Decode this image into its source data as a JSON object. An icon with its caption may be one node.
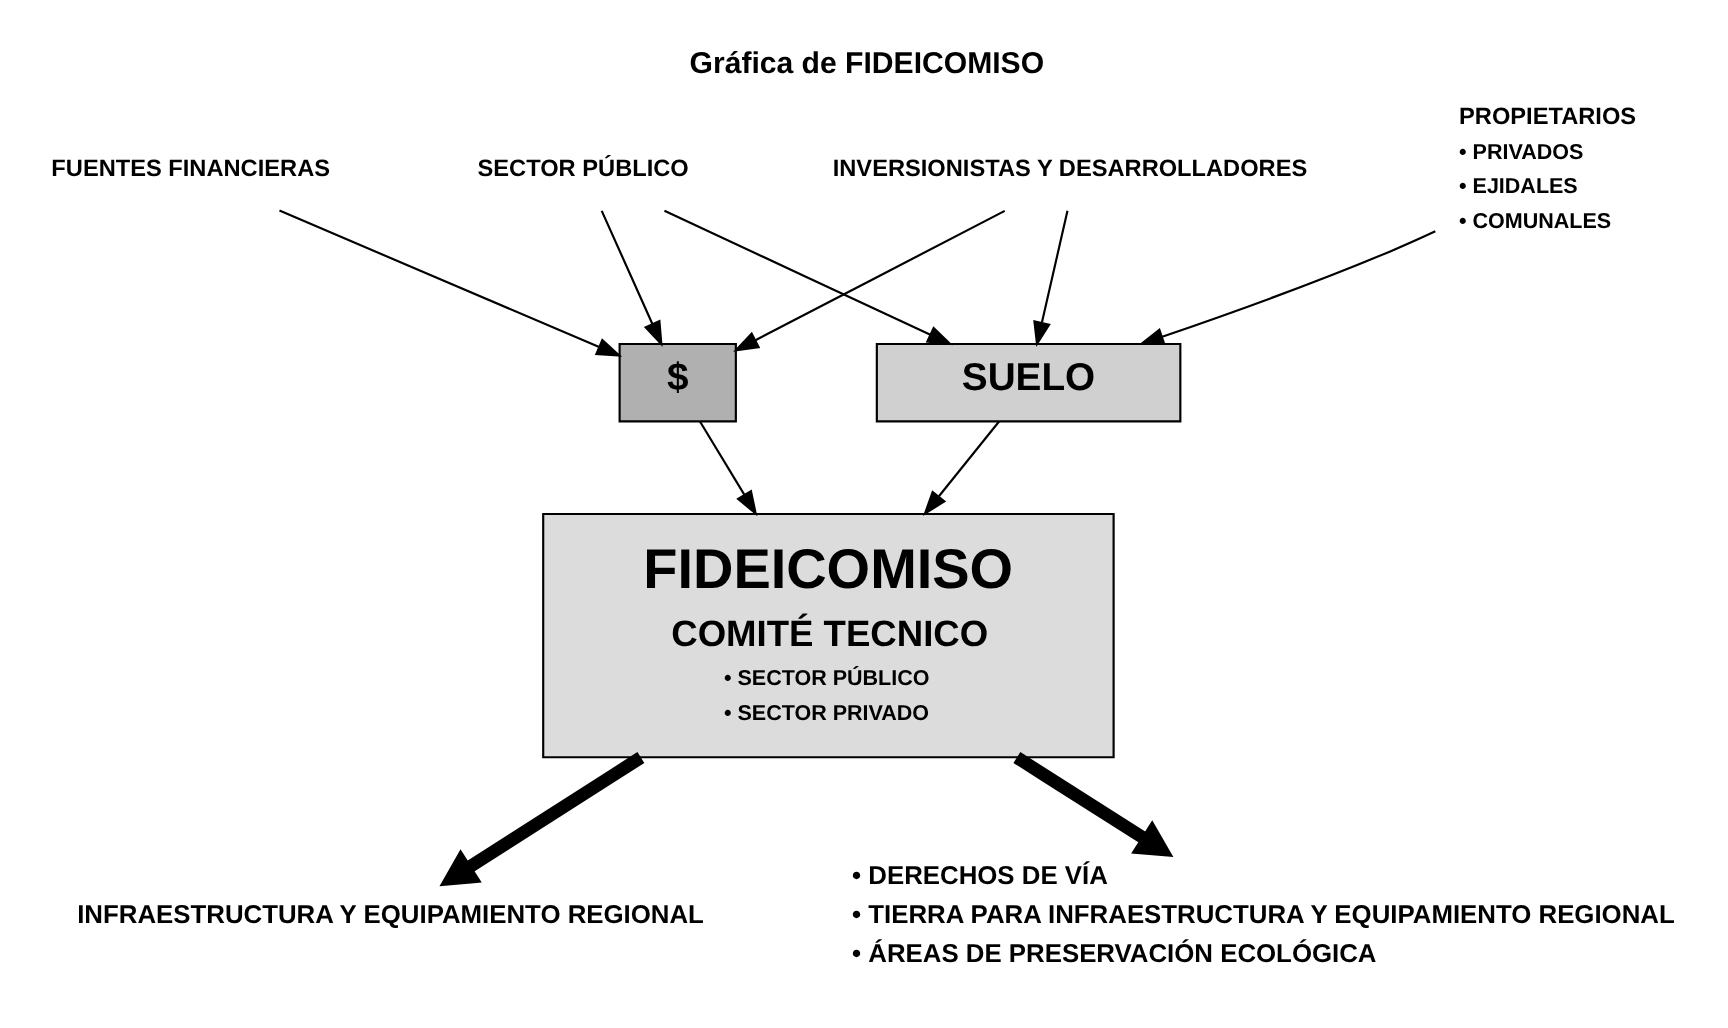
{
  "diagram": {
    "title": "Gráfica de FIDEICOMISO",
    "nodes": [
      {
        "text": [
          "FUENTES FINANCIERAS"
        ]
      },
      {
        "text": [
          "SECTOR PÚBLICO"
        ]
      },
      {
        "text": [
          "INVERSIONISTAS Y DESARROLLADORES"
        ]
      },
      {
        "text": [
          "PROPIETARIOS",
          "• PRIVADOS",
          "• EJIDALES",
          "• COMUNALES"
        ]
      },
      {
        "text": [
          "$"
        ]
      },
      {
        "text": [
          "SUELO"
        ]
      },
      {
        "text": [
          "FIDEICOMISO",
          "COMITÉ TECNICO",
          "• SECTOR PÚBLICO",
          "• SECTOR PRIVADO"
        ]
      },
      {
        "text": [
          "INFRAESTRUCTURA Y EQUIPAMIENTO REGIONAL"
        ]
      },
      {
        "text": [
          "• DERECHOS DE VÍA",
          "• TIERRA PARA INFRAESTRUCTURA Y EQUIPAMIENTO REGIONAL",
          "• ÁREAS DE PRESERVACIÓN ECOLÓGICA"
        ]
      }
    ],
    "edges": [
      {
        "from": 0,
        "to": 4,
        "arrow": "to"
      },
      {
        "from": 1,
        "to": 4,
        "arrow": "to"
      },
      {
        "from": 1,
        "to": 5,
        "arrow": "to"
      },
      {
        "from": 2,
        "to": 4,
        "arrow": "to"
      },
      {
        "from": 2,
        "to": 5,
        "arrow": "to"
      },
      {
        "from": 3,
        "to": 5,
        "arrow": "to"
      },
      {
        "from": 4,
        "to": 6,
        "arrow": "to"
      },
      {
        "from": 5,
        "to": 6,
        "arrow": "to"
      },
      {
        "from": 6,
        "to": 7,
        "arrow": "to",
        "style": "thick"
      },
      {
        "from": 6,
        "to": 8,
        "arrow": "to",
        "style": "thick"
      }
    ]
  }
}
